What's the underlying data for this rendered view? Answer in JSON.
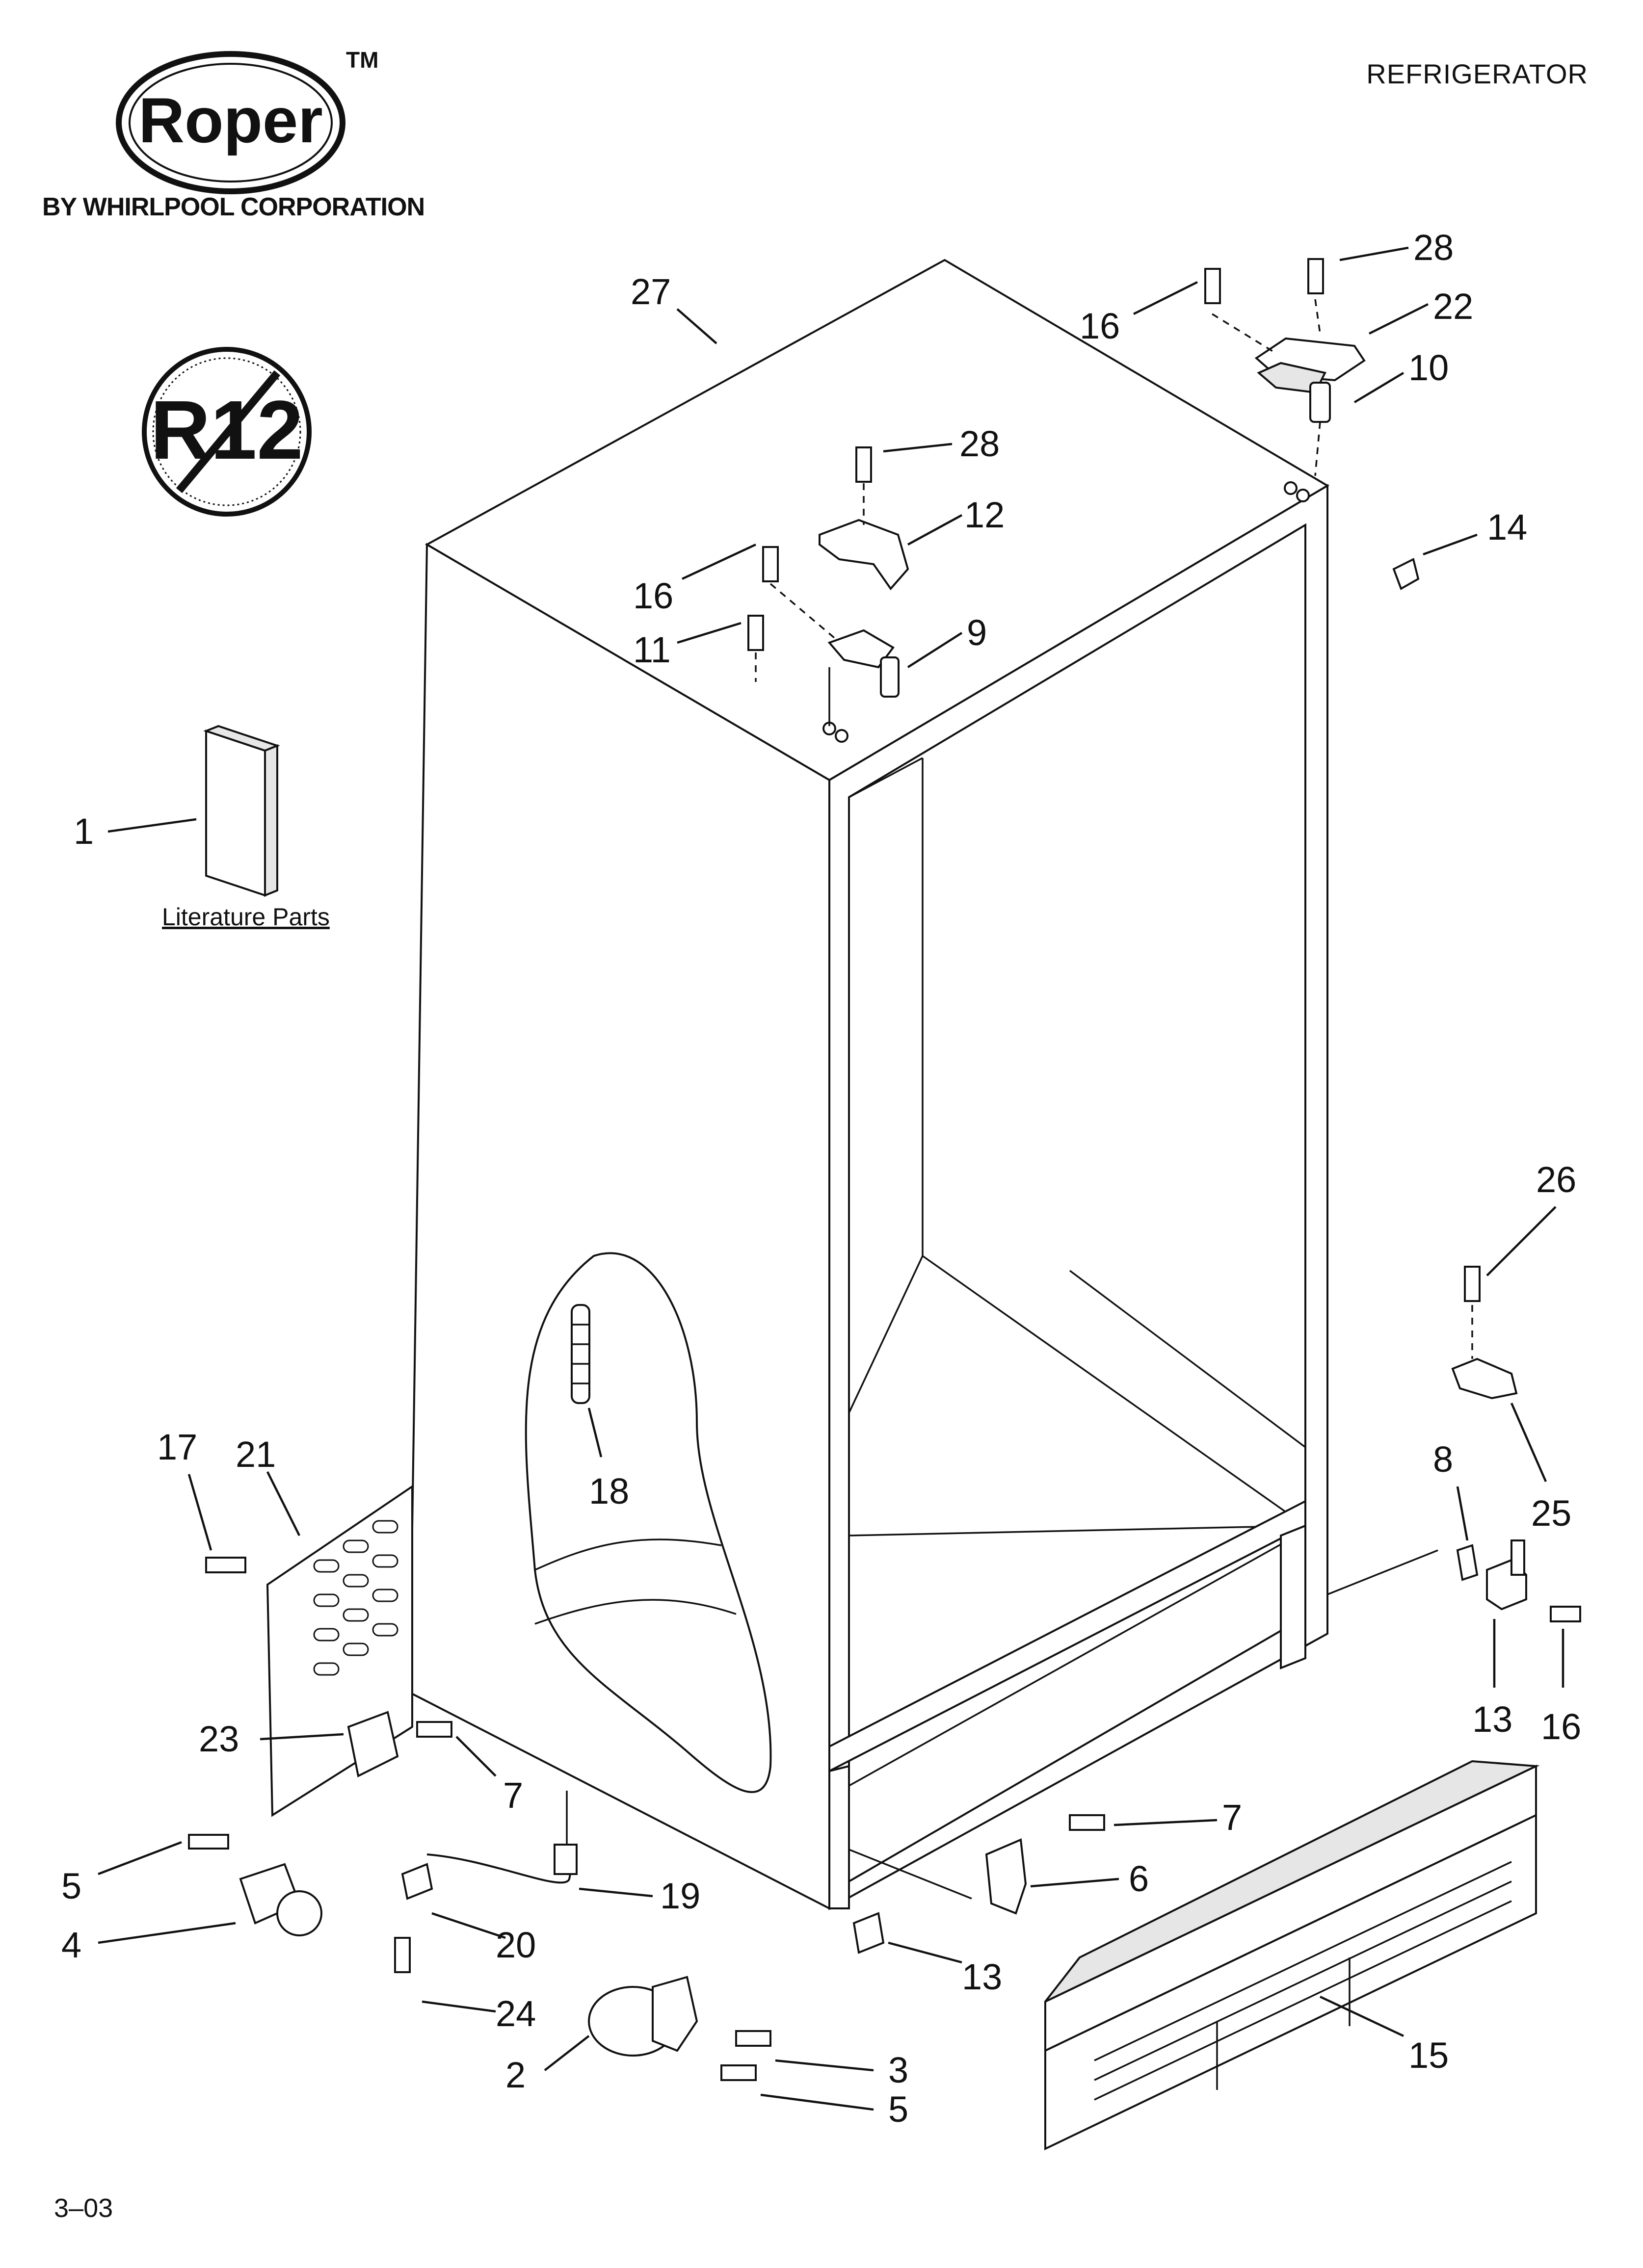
{
  "header": {
    "brand": "Roper",
    "trademark": "TM",
    "tagline": "BY WHIRLPOOL CORPORATION",
    "title": "REFRIGERATOR",
    "page_code": "3–03"
  },
  "badge": {
    "text": "R12",
    "icon": "no-r12-icon"
  },
  "literature": {
    "label": "Literature Parts"
  },
  "callouts": [
    "27",
    "28",
    "22",
    "16",
    "10",
    "28",
    "12",
    "16",
    "11",
    "9",
    "14",
    "1",
    "26",
    "25",
    "8",
    "13",
    "16",
    "17",
    "21",
    "18",
    "23",
    "7",
    "7",
    "6",
    "5",
    "4",
    "19",
    "20",
    "13",
    "24",
    "2",
    "3",
    "5",
    "15"
  ]
}
